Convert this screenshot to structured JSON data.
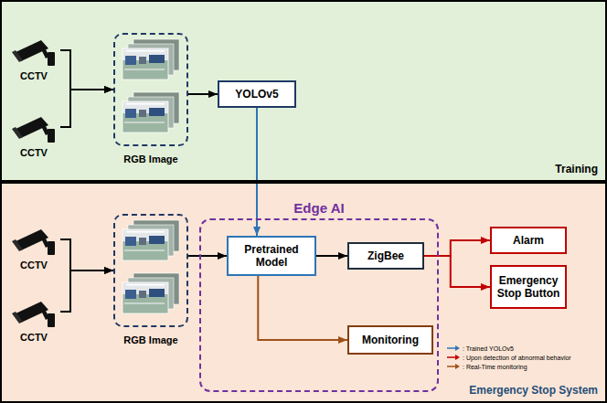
{
  "diagram": {
    "nodes": [
      {
        "text": [
          "Training"
        ]
      },
      {
        "text": [
          "CCTV"
        ],
        "in": 0
      },
      {
        "text": [
          "CCTV"
        ],
        "in": 0
      },
      {
        "text": [
          "RGB Image"
        ],
        "in": 0
      },
      {
        "text": [
          "YOLOv5"
        ],
        "in": 0
      },
      {
        "text": [
          "Emergency Stop System"
        ]
      },
      {
        "text": [
          "CCTV"
        ],
        "in": 5
      },
      {
        "text": [
          "CCTV"
        ],
        "in": 5
      },
      {
        "text": [
          "RGB Image"
        ],
        "in": 5
      },
      {
        "text": [
          "Edge AI"
        ],
        "in": 5
      },
      {
        "text": [
          "Pretrained Model"
        ],
        "in": 9
      },
      {
        "text": [
          "ZigBee"
        ],
        "in": 9
      },
      {
        "text": [
          "Monitoring"
        ],
        "in": 9
      },
      {
        "text": [
          "Alarm"
        ],
        "in": 5
      },
      {
        "text": [
          "Emergency Stop Button"
        ],
        "in": 5
      }
    ],
    "edges": [
      {
        "from": 1,
        "to": 3,
        "arrow": "to"
      },
      {
        "from": 2,
        "to": 3,
        "arrow": "to"
      },
      {
        "from": 3,
        "to": 4,
        "arrow": "to"
      },
      {
        "from": 4,
        "to": 10,
        "arrow": "to"
      },
      {
        "from": 6,
        "to": 8,
        "arrow": "to"
      },
      {
        "from": 7,
        "to": 8,
        "arrow": "to"
      },
      {
        "from": 8,
        "to": 10,
        "arrow": "to"
      },
      {
        "from": 10,
        "to": 11,
        "arrow": "to"
      },
      {
        "from": 10,
        "to": 12,
        "arrow": "to"
      },
      {
        "from": 11,
        "to": 13,
        "arrow": "to"
      },
      {
        "from": 11,
        "to": 14,
        "arrow": "to"
      }
    ],
    "legend": [
      {
        "text": ": Trained YOLOv5"
      },
      {
        "text": ": Upon detection of abnormal behavior"
      },
      {
        "text": ": Real-Time monitoring"
      }
    ]
  }
}
